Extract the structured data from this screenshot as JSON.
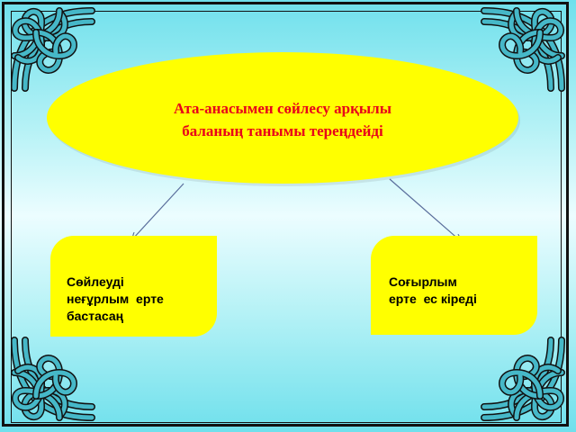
{
  "diagram": {
    "main_node": {
      "line1": "Ата-анасымен сөйлесу арқылы",
      "line2": "баланың танымы тереңдейді"
    },
    "left_node": {
      "line1": "Сөйлеуді",
      "line2": "неғұрлым  ерте",
      "line3": "бастасаң"
    },
    "right_node": {
      "line1": "Соғырлым",
      "line2": "ерте  ес кіреді"
    }
  },
  "colors": {
    "node_fill": "#ffff00",
    "main_text": "#e8001a",
    "side_text": "#000000",
    "background": "#b6f2f6",
    "ornament": "#46b8c8"
  },
  "ornament": {
    "icon": "celtic-knot-corner-icon"
  }
}
